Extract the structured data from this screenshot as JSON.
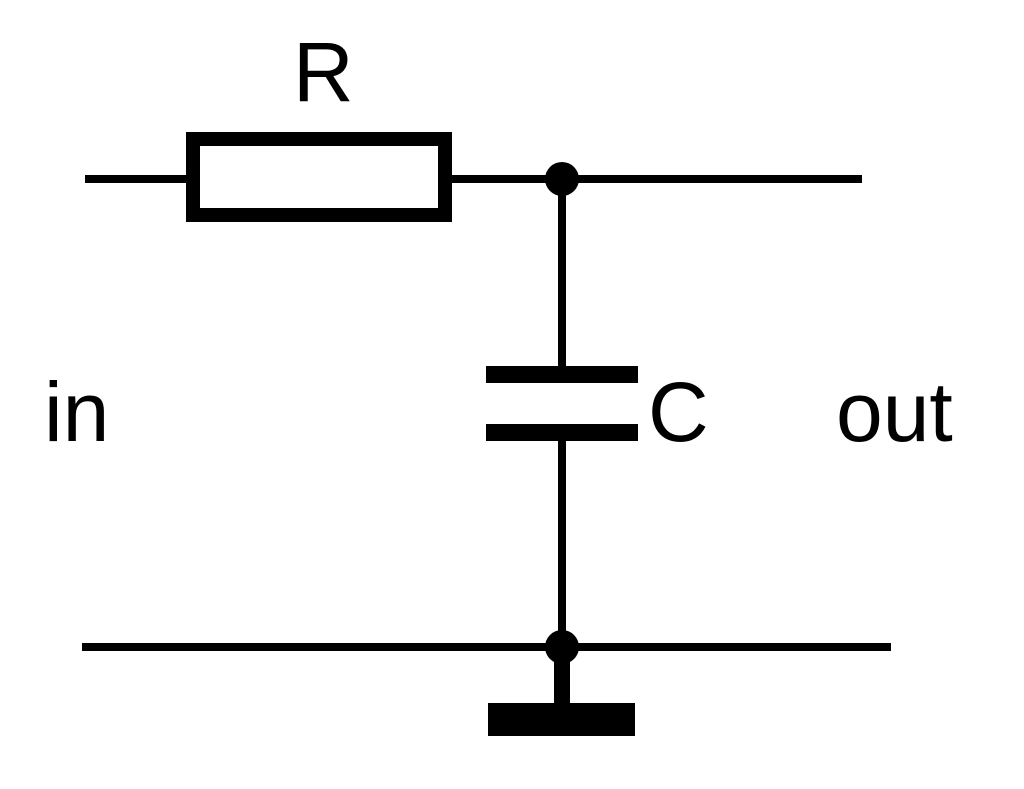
{
  "diagram": {
    "labels": {
      "resistor": "R",
      "capacitor": "C",
      "input": "in",
      "output": "out"
    },
    "colors": {
      "stroke": "#000000",
      "background": "#ffffff"
    },
    "components": [
      {
        "kind": "resistor",
        "label": "R"
      },
      {
        "kind": "capacitor",
        "label": "C"
      },
      {
        "kind": "ground",
        "label": ""
      }
    ]
  }
}
